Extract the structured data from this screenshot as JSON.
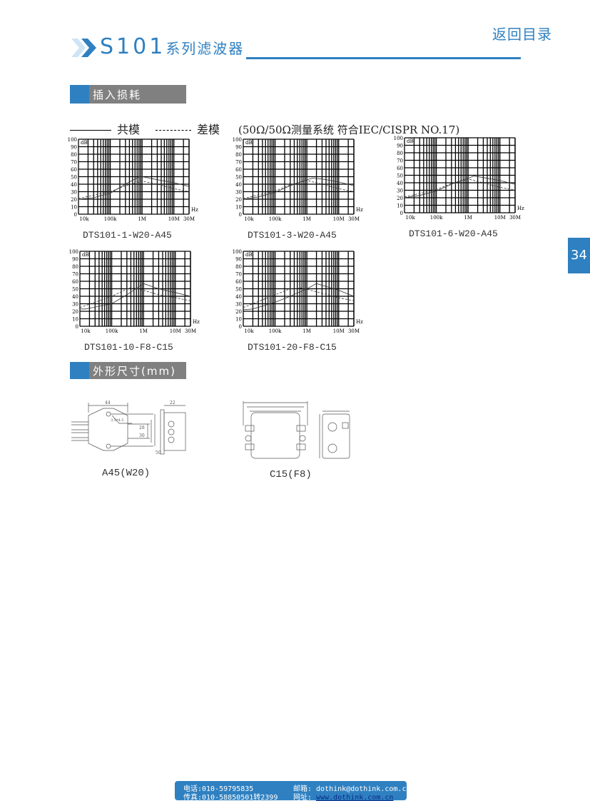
{
  "header": {
    "back_link": "返回目录",
    "series_code": "S101",
    "series_name": "系列滤波器",
    "accent_color": "#2f80c0"
  },
  "sections": {
    "insertion_loss": "插入损耗",
    "dimensions": "外形尺寸(mm)"
  },
  "legend": {
    "common_mode": "共模",
    "differential_mode": "差模",
    "note": "(50Ω/50Ω测量系统 符合IEC/CISPR NO.17)"
  },
  "page_number": "34",
  "footer": {
    "phone": "电话:010-59795835",
    "fax": "传真:010-58850501转2399",
    "email": "邮箱: dothink@dothink.com.cn",
    "web_label": "网址: ",
    "web": "www.dothink.com.cn"
  },
  "drawings": [
    {
      "caption": "A45(W20)",
      "dims": [
        "44",
        "22",
        "28",
        "30",
        "50",
        "3.5*4.5"
      ]
    },
    {
      "caption": "C15(F8)"
    }
  ],
  "chart_data": [
    {
      "type": "line",
      "title": "DTS101-1-W20-A45",
      "ylabel": "dB",
      "xlabel": "Hz",
      "xscale": "log",
      "xlim": [
        10000,
        30000000
      ],
      "ylim": [
        0,
        100
      ],
      "xticks": [
        "10k",
        "100k",
        "1M",
        "10M",
        "30M"
      ],
      "yticks": [
        "0",
        "10",
        "20",
        "30",
        "40",
        "50",
        "60",
        "70",
        "80",
        "90",
        "100"
      ],
      "series": [
        {
          "name": "共模",
          "style": "solid",
          "x": [
            10000.0,
            30000.0,
            100000.0,
            300000.0,
            800000.0,
            1000000.0,
            3000000.0,
            10000000.0,
            30000000.0
          ],
          "y": [
            20,
            22,
            28,
            40,
            50,
            50,
            46,
            42,
            37
          ]
        },
        {
          "name": "差模",
          "style": "dashed",
          "x": [
            10000.0,
            100000.0,
            300000.0,
            1000000.0,
            3000000.0,
            10000000.0,
            30000000.0
          ],
          "y": [
            21,
            30,
            38,
            44,
            40,
            34,
            30
          ]
        }
      ]
    },
    {
      "type": "line",
      "title": "DTS101-3-W20-A45",
      "ylabel": "dB",
      "xlabel": "Hz",
      "xscale": "log",
      "xlim": [
        10000,
        30000000
      ],
      "ylim": [
        0,
        100
      ],
      "xticks": [
        "10k",
        "100k",
        "1M",
        "10M",
        "30M"
      ],
      "yticks": [
        "0",
        "10",
        "20",
        "30",
        "40",
        "50",
        "60",
        "70",
        "80",
        "90",
        "100"
      ],
      "series": [
        {
          "name": "共模",
          "style": "solid",
          "x": [
            10000.0,
            30000.0,
            100000.0,
            300000.0,
            1000000.0,
            1500000.0,
            3000000.0,
            10000000.0,
            30000000.0
          ],
          "y": [
            20,
            23,
            29,
            38,
            46,
            48,
            47,
            43,
            38
          ]
        },
        {
          "name": "差模",
          "style": "dashed",
          "x": [
            10000.0,
            100000.0,
            300000.0,
            1000000.0,
            3000000.0,
            10000000.0,
            30000000.0
          ],
          "y": [
            21,
            31,
            39,
            45,
            40,
            34,
            30
          ]
        }
      ]
    },
    {
      "type": "line",
      "title": "DTS101-6-W20-A45",
      "ylabel": "dB",
      "xlabel": "Hz",
      "xscale": "log",
      "xlim": [
        10000,
        30000000
      ],
      "ylim": [
        0,
        100
      ],
      "xticks": [
        "10k",
        "100k",
        "1M",
        "10M",
        "30M"
      ],
      "yticks": [
        "0",
        "10",
        "20",
        "30",
        "40",
        "50",
        "60",
        "70",
        "80",
        "90",
        "100"
      ],
      "series": [
        {
          "name": "共模",
          "style": "solid",
          "x": [
            10000.0,
            30000.0,
            100000.0,
            300000.0,
            1000000.0,
            1500000.0,
            3000000.0,
            10000000.0,
            30000000.0
          ],
          "y": [
            20,
            23,
            29,
            38,
            46,
            49,
            47,
            43,
            38
          ]
        },
        {
          "name": "差模",
          "style": "dashed",
          "x": [
            10000.0,
            100000.0,
            300000.0,
            1000000.0,
            3000000.0,
            10000000.0,
            30000000.0
          ],
          "y": [
            21,
            31,
            39,
            45,
            40,
            34,
            30
          ]
        }
      ]
    },
    {
      "type": "line",
      "title": "DTS101-10-F8-C15",
      "ylabel": "dB",
      "xlabel": "Hz",
      "xscale": "log",
      "xlim": [
        10000,
        30000000
      ],
      "ylim": [
        0,
        100
      ],
      "xticks": [
        "10k",
        "100k",
        "1M",
        "10M",
        "30M"
      ],
      "yticks": [
        "0",
        "10",
        "20",
        "30",
        "40",
        "50",
        "60",
        "70",
        "80",
        "90",
        "100"
      ],
      "series": [
        {
          "name": "共模",
          "style": "solid",
          "x": [
            10000.0,
            15000.0,
            100000.0,
            300000.0,
            1000000.0,
            3000000.0,
            10000000.0,
            30000000.0
          ],
          "y": [
            23,
            23,
            30,
            42,
            57,
            50,
            45,
            40
          ]
        },
        {
          "name": "差模",
          "style": "dashed",
          "x": [
            10000.0,
            100000.0,
            400000.0,
            1000000.0,
            3000000.0,
            10000000.0,
            30000000.0
          ],
          "y": [
            25,
            40,
            52,
            48,
            42,
            38,
            34
          ]
        }
      ]
    },
    {
      "type": "line",
      "title": "DTS101-20-F8-C15",
      "ylabel": "dB",
      "xlabel": "Hz",
      "xscale": "log",
      "xlim": [
        10000,
        30000000
      ],
      "ylim": [
        0,
        100
      ],
      "xticks": [
        "10k",
        "100k",
        "1M",
        "10M",
        "30M"
      ],
      "yticks": [
        "0",
        "10",
        "20",
        "30",
        "40",
        "50",
        "60",
        "70",
        "80",
        "90",
        "100"
      ],
      "series": [
        {
          "name": "共模",
          "style": "solid",
          "x": [
            10000.0,
            20000.0,
            100000.0,
            300000.0,
            1000000.0,
            2000000.0,
            10000000.0,
            30000000.0
          ],
          "y": [
            22,
            23,
            32,
            40,
            50,
            57,
            48,
            40
          ]
        },
        {
          "name": "差模",
          "style": "dashed",
          "x": [
            10000.0,
            100000.0,
            300000.0,
            700000.0,
            2000000.0,
            10000000.0,
            30000000.0
          ],
          "y": [
            25,
            42,
            50,
            51,
            46,
            38,
            34
          ]
        }
      ]
    }
  ]
}
